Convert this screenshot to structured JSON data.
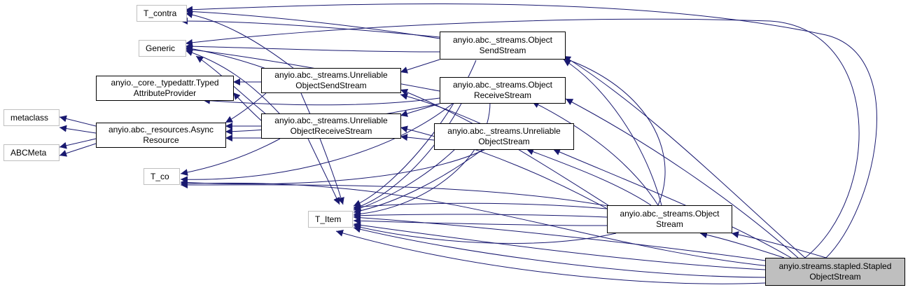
{
  "diagram": {
    "colors": {
      "edge": "#191970",
      "external_border": "#bfbfbf",
      "focus_fill": "#bfbfbf"
    },
    "nodes": {
      "t_contra": {
        "label": "T_contra",
        "kind": "external"
      },
      "generic": {
        "label": "Generic",
        "kind": "external"
      },
      "typed_attribute_provider": {
        "label": "anyio._core._typedattr.Typed\nAttributeProvider",
        "kind": "class"
      },
      "metaclass": {
        "label": "metaclass",
        "kind": "external"
      },
      "abcmeta": {
        "label": "ABCMeta",
        "kind": "external"
      },
      "async_resource": {
        "label": "anyio.abc._resources.Async\nResource",
        "kind": "class"
      },
      "t_co": {
        "label": "T_co",
        "kind": "external"
      },
      "t_item": {
        "label": "T_Item",
        "kind": "external"
      },
      "unreliable_send": {
        "label": "anyio.abc._streams.Unreliable\nObjectSendStream",
        "kind": "class"
      },
      "unreliable_receive": {
        "label": "anyio.abc._streams.Unreliable\nObjectReceiveStream",
        "kind": "class"
      },
      "object_send": {
        "label": "anyio.abc._streams.Object\nSendStream",
        "kind": "class"
      },
      "object_receive": {
        "label": "anyio.abc._streams.Object\nReceiveStream",
        "kind": "class"
      },
      "unreliable_object": {
        "label": "anyio.abc._streams.Unreliable\nObjectStream",
        "kind": "class"
      },
      "object_stream": {
        "label": "anyio.abc._streams.Object\nStream",
        "kind": "class"
      },
      "stapled": {
        "label": "anyio.streams.stapled.Stapled\nObjectStream",
        "kind": "focus"
      }
    }
  }
}
